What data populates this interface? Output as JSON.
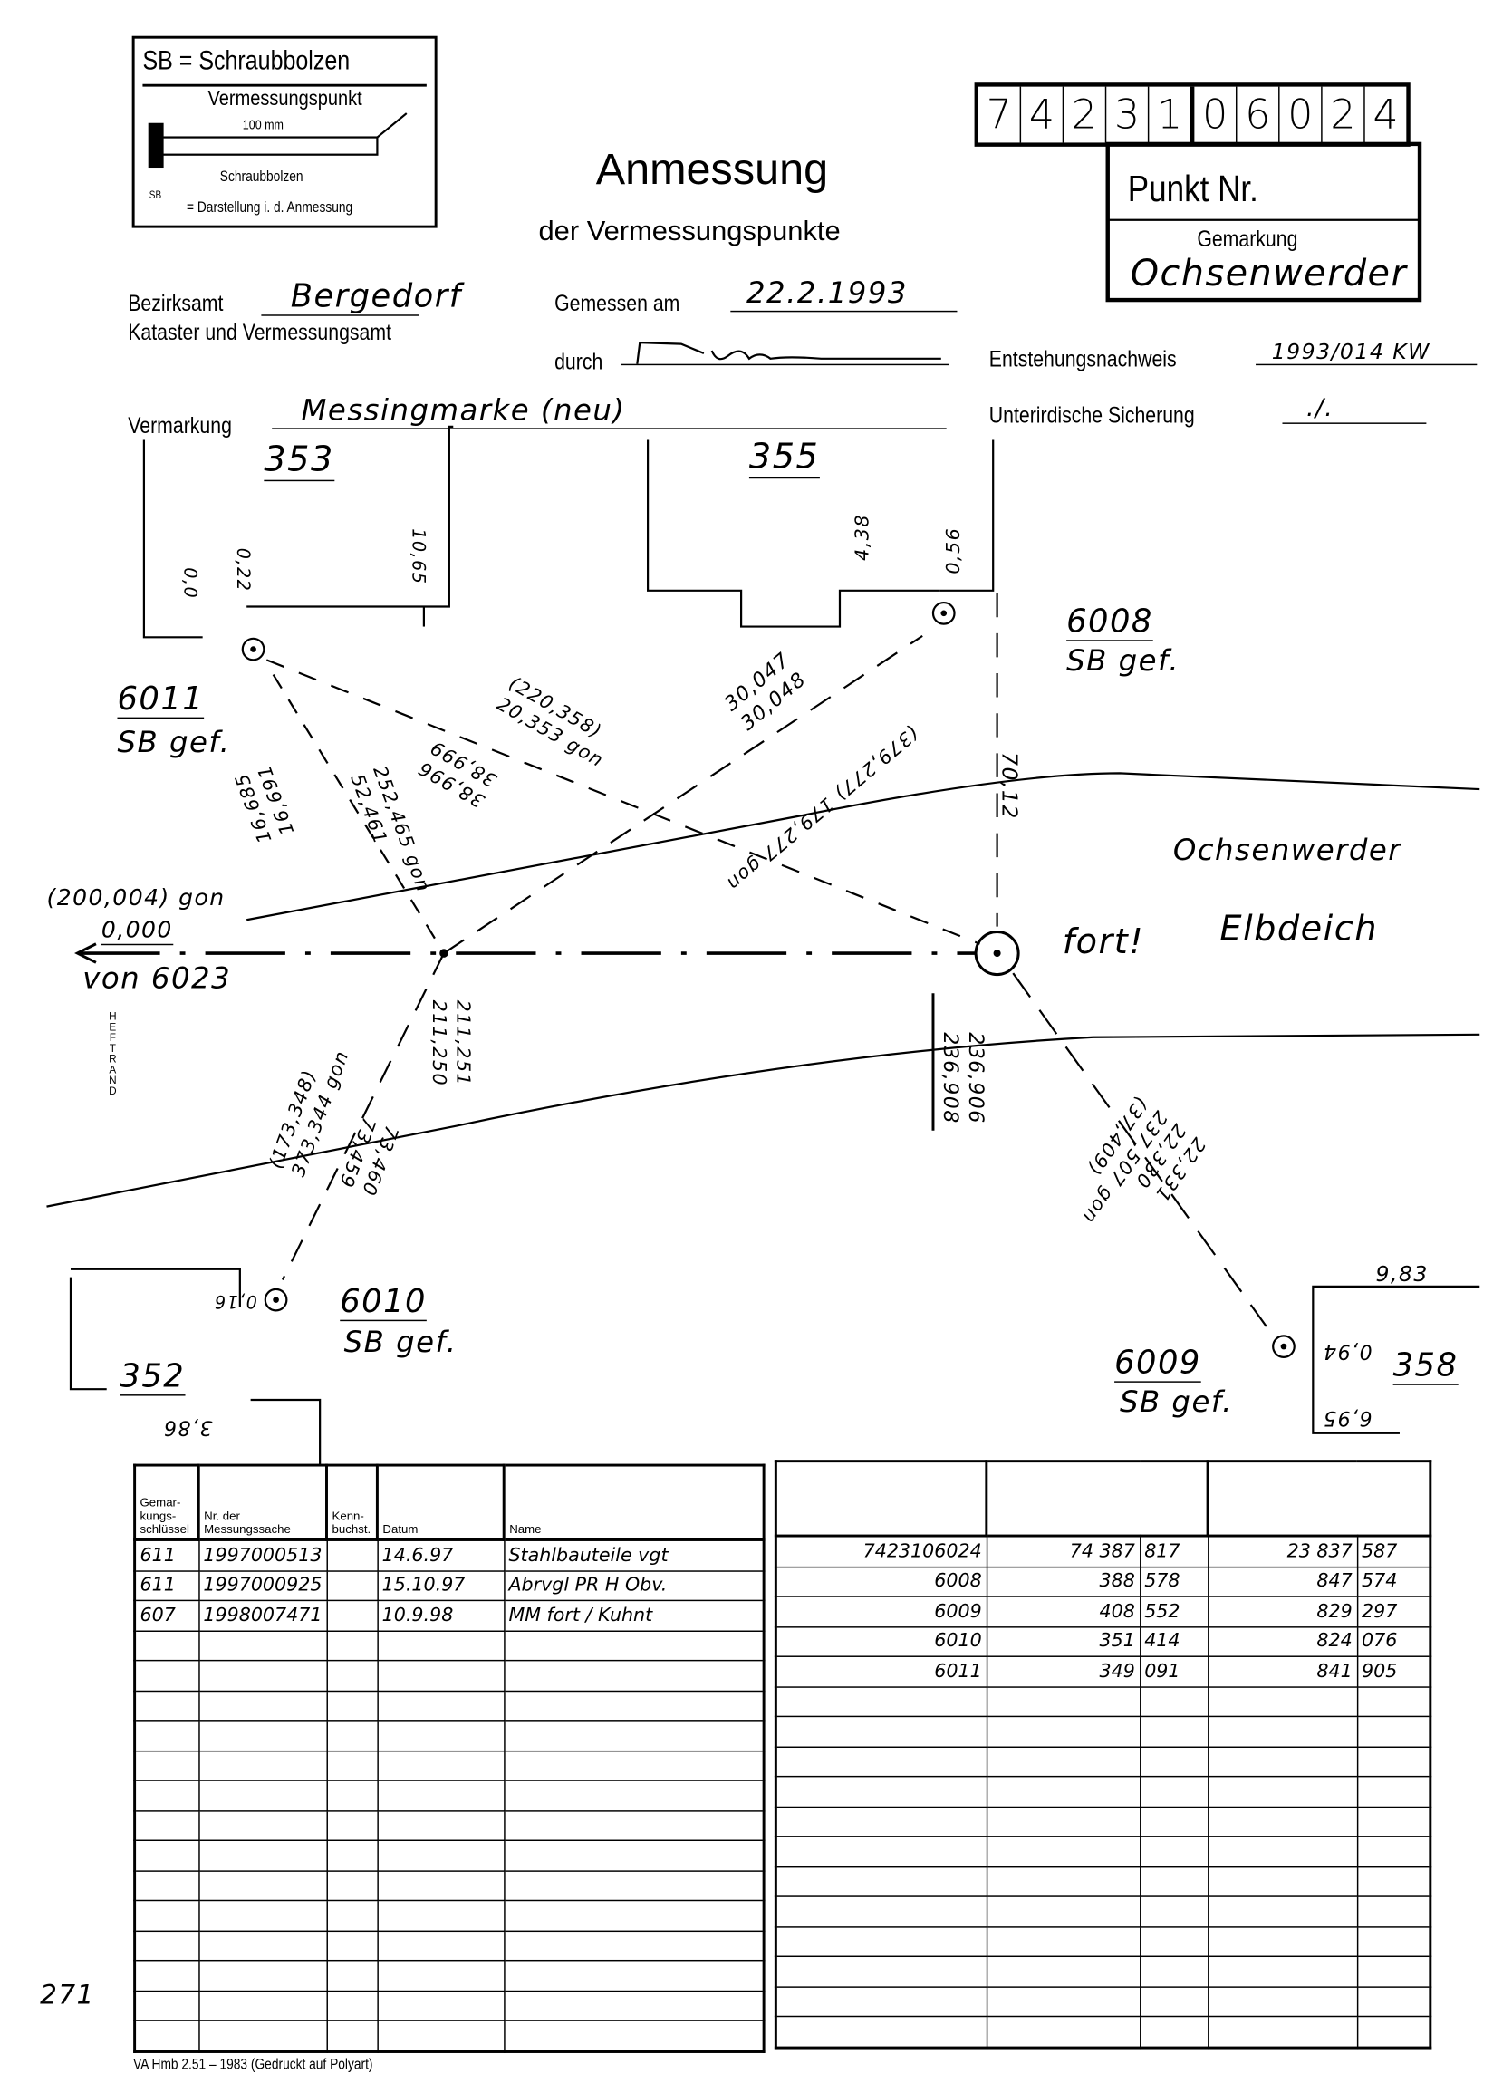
{
  "legend": {
    "title": "SB = Schraubbolzen",
    "vermessungspunkt": "Vermessungspunkt",
    "length": "100 mm",
    "schraubbolzen": "Schraubbolzen",
    "symbol": "SB",
    "darstellung": "= Darstellung i. d. Anmessung"
  },
  "header": {
    "title": "Anmessung",
    "subtitle": "der Vermessungspunkte",
    "punkt_digits": [
      "7",
      "4",
      "2",
      "3",
      "1",
      "0",
      "6",
      "0",
      "2",
      "4"
    ],
    "punkt_label": "Punkt Nr.",
    "gemarkung_label": "Gemarkung",
    "gemarkung_value": "Ochsenwerder"
  },
  "form": {
    "bezirksamt_label": "Bezirksamt",
    "bezirksamt_value": "Bergedorf",
    "amt": "Kataster und Vermessungsamt",
    "gemessen_label": "Gemessen am",
    "gemessen_value": "22.2.1993",
    "durch_label": "durch",
    "entstehung_label": "Entstehungsnachweis",
    "entstehung_value": "1993/014 KW",
    "vermarkung_label": "Vermarkung",
    "vermarkung_value": "Messingmarke (neu)",
    "sicherung_label": "Unterirdische Sicherung",
    "sicherung_value": "./."
  },
  "diagram": {
    "parcels": [
      "353",
      "355",
      "352",
      "358"
    ],
    "points": [
      {
        "id": "6008",
        "note": "SB gef."
      },
      {
        "id": "6011",
        "note": "SB gef."
      },
      {
        "id": "6010",
        "note": "SB gef."
      },
      {
        "id": "6009",
        "note": "SB gef."
      }
    ],
    "labels": {
      "bearing_start": "(200,004) gon",
      "zero": "0,000",
      "von": "von 6023",
      "heftrand": "HEFTRAND",
      "fort": "fort!",
      "elbdeich": "Elbdeich",
      "ochsenwerder": "Ochsenwerder",
      "m_1065": "10,65",
      "m_022": "0,22",
      "m_00": "0,0",
      "m_438": "4,38",
      "m_056": "0,56",
      "m_7012": "70,12",
      "m_30047": "30,047",
      "m_30048": "30,048",
      "m_379": "(379,277) 179,277 gon",
      "m_220": "(220,358)",
      "m_20353": "20,353 gon",
      "m_38996": "38,996",
      "m_38999": "38,999",
      "m_16685": "16,685",
      "m_16691": "16,691",
      "m_252": "252,465 gon",
      "m_52461": "52,461",
      "m_211251": "211,251",
      "m_211250": "211,250",
      "m_236906": "236,906",
      "m_236908": "236,908",
      "m_173": "(173,348)",
      "m_373": "373,344 gon",
      "m_73460": "73,460",
      "m_73459": "73,459",
      "m_22331": "22,331",
      "m_22330": "22,330",
      "m_237": "237,507 gon",
      "m_37": "(37,409)",
      "m_983": "9,83",
      "m_094": "0,94",
      "m_695": "6,95",
      "m_386": "3,86",
      "m_016": "0,16"
    }
  },
  "left_table": {
    "headers": [
      "Gemar-kungs-schlüssel",
      "Nr. der Messungssache",
      "Kenn-buchst.",
      "Datum",
      "Name"
    ],
    "rows": [
      [
        "611",
        "1997000513",
        "",
        "14.6.97",
        "Stahlbauteile vgt"
      ],
      [
        "611",
        "1997000925",
        "",
        "15.10.97",
        "Abrvgl PR H Obv."
      ],
      [
        "607",
        "1998007471",
        "",
        "10.9.98",
        "MM fort / Kuhnt"
      ]
    ]
  },
  "right_table": {
    "rows": [
      [
        "7423106024",
        "74 387",
        "817",
        "23 837",
        "587"
      ],
      [
        "6008",
        "388",
        "578",
        "847",
        "574"
      ],
      [
        "6009",
        "408",
        "552",
        "829",
        "297"
      ],
      [
        "6010",
        "351",
        "414",
        "824",
        "076"
      ],
      [
        "6011",
        "349",
        "091",
        "841",
        "905"
      ]
    ]
  },
  "margin_note": "271",
  "footer": "VA Hmb 2.51 – 1983 (Gedruckt auf Polyart)"
}
